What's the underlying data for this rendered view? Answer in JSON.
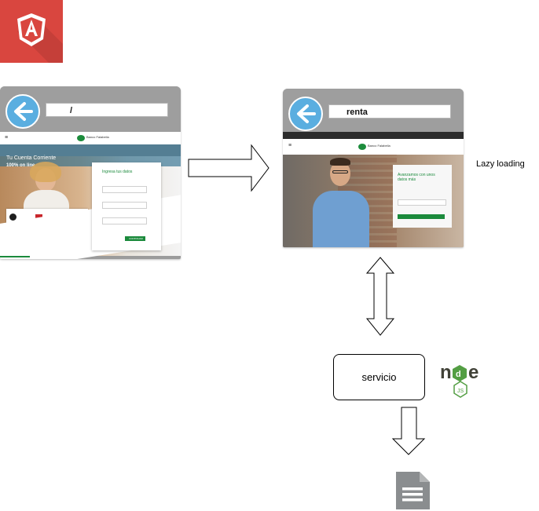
{
  "labels": {
    "url_left": "/",
    "url_right": "renta",
    "lazy_loading": "Lazy loading",
    "service": "servicio"
  },
  "screens": {
    "left": {
      "bank_name": "Banco Falabella",
      "hero_title": "Tu Cuenta Corriente",
      "hero_subtitle": "100% on line",
      "login_title": "Ingresa tus datos",
      "login_button": "CONTINUAR"
    },
    "right": {
      "bank_name": "Banco Falabella",
      "card_title": "Avanzamos con unos datos más"
    }
  },
  "icons": {
    "angular": "angular-logo-icon",
    "back": "back-arrow-icon",
    "node": "nodejs-logo-icon",
    "document": "document-icon"
  },
  "colors": {
    "angular_red": "#d9463f",
    "back_blue": "#5aaee0",
    "bank_green": "#1b8a3c",
    "node_green": "#539e43",
    "document_grey": "#8a8d8f"
  }
}
